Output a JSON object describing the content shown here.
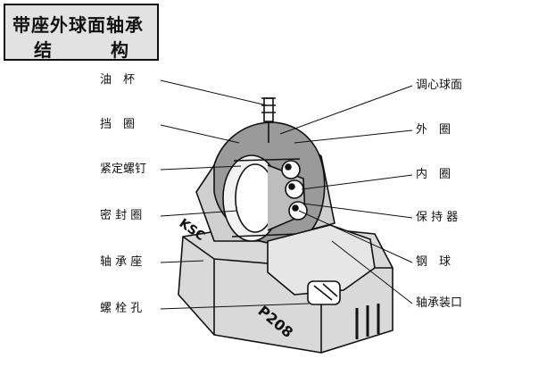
{
  "title": {
    "line1": "带座外球面轴承",
    "line2_left": "结",
    "line2_right": "构"
  },
  "left_labels": {
    "oil_cup": "油　杯",
    "retaining_ring": "挡　圈",
    "set_screw": "紧定螺钉",
    "seal_ring": "密 封 圈",
    "bearing_seat": "轴 承 座",
    "bolt_hole": "螺 栓 孔"
  },
  "right_labels": {
    "spherical_surface": "调心球面",
    "outer_ring": "外　圈",
    "inner_ring": "内　圈",
    "cage": "保 持 器",
    "steel_ball": "钢　球",
    "loading_slot": "轴承装口"
  },
  "housing_marks": {
    "brand": "KSC",
    "model": "P208"
  }
}
